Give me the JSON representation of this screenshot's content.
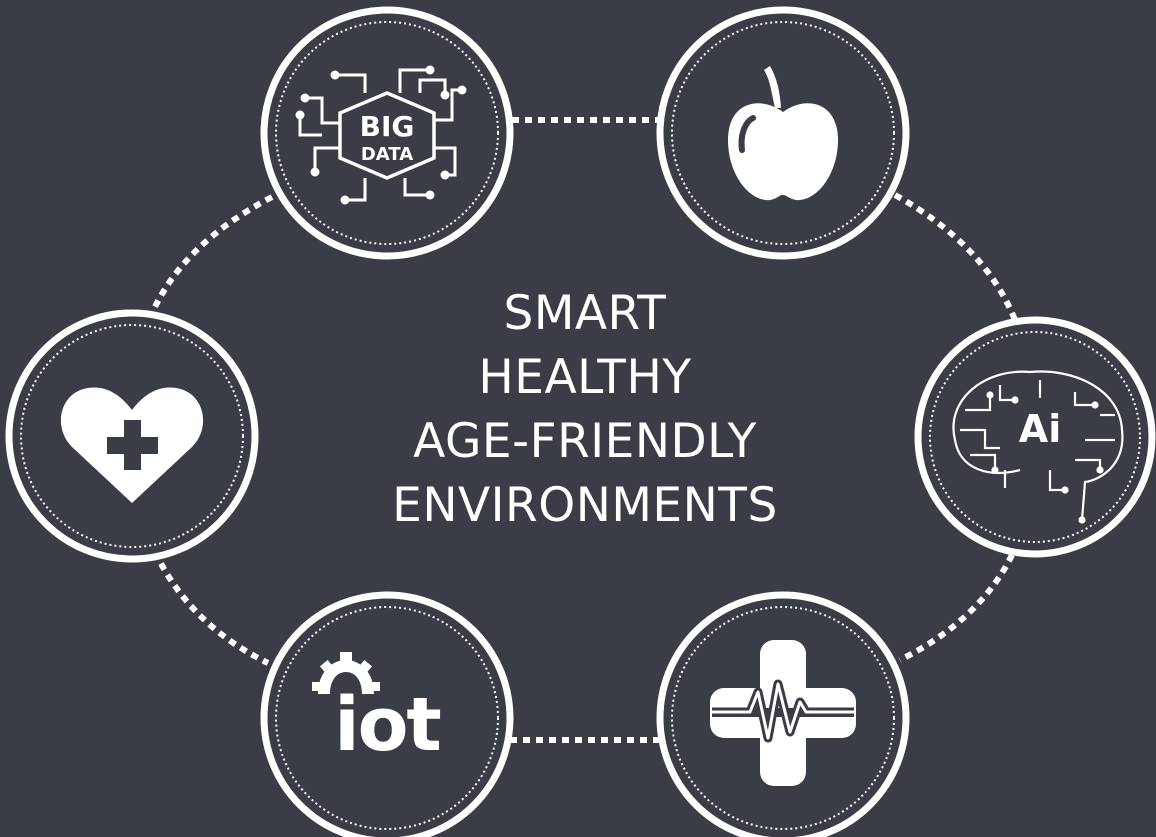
{
  "title_lines": [
    "SMART",
    "HEALTHY",
    "AGE-FRIENDLY",
    "ENVIRONMENTS"
  ],
  "nodes": [
    {
      "id": "big-data",
      "icon": "big-data-icon",
      "label_top": "BIG",
      "label_bottom": "DATA"
    },
    {
      "id": "nutrition",
      "icon": "apple-icon"
    },
    {
      "id": "ai",
      "icon": "ai-brain-icon",
      "label": "Ai"
    },
    {
      "id": "medical",
      "icon": "medical-cross-heartbeat-icon"
    },
    {
      "id": "iot",
      "icon": "iot-gear-icon",
      "label": "iot"
    },
    {
      "id": "health",
      "icon": "heart-plus-icon"
    }
  ],
  "colors": {
    "background": "#3a3c46",
    "foreground": "#ffffff"
  }
}
